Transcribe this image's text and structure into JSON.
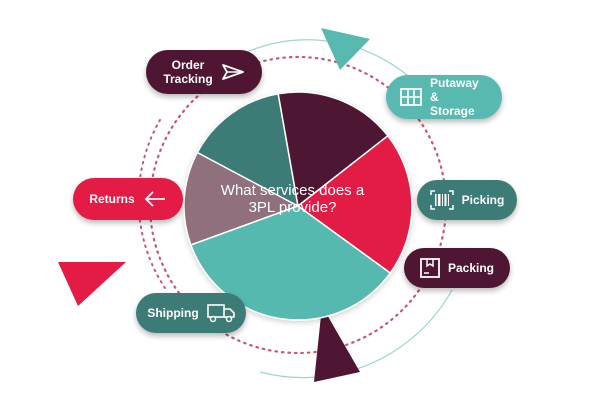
{
  "center": {
    "question": "What services does a 3PL provide?"
  },
  "services": {
    "order_tracking": {
      "label": "Order\nTracking",
      "icon": "paper-plane-icon"
    },
    "putaway_storage": {
      "label": "Putaway &\nStorage",
      "icon": "storage-grid-icon"
    },
    "returns": {
      "label": "Returns",
      "icon": "arrow-left-icon"
    },
    "picking": {
      "label": "Picking",
      "icon": "barcode-scan-icon"
    },
    "packing": {
      "label": "Packing",
      "icon": "package-box-icon"
    },
    "shipping": {
      "label": "Shipping",
      "icon": "delivery-truck-icon"
    }
  },
  "colors": {
    "crimson": "#e31b45",
    "maroon": "#4e1632",
    "teal": "#57b9b0",
    "dark_teal": "#3d7c76",
    "mauve": "#8f6f7b",
    "dot_red": "#c8576f",
    "ring_teal": "#9ed5d0"
  }
}
